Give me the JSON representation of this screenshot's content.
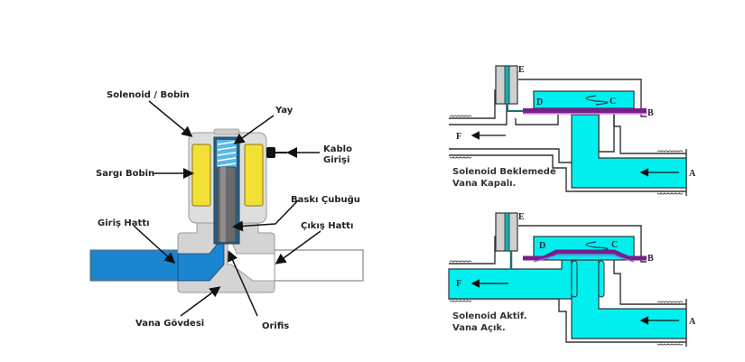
{
  "left_diagram": {
    "labels": {
      "solenoid": "Solenoid / Bobin",
      "spring": "Yay",
      "cable": "Kablo",
      "cable2": "Girişi",
      "coil": "Sargı Bobin",
      "plunger": "Baskı Çubuğu",
      "inlet": "Giriş Hattı",
      "outlet": "Çıkış Hattı",
      "body": "Vana Gövdesi",
      "orifice": "Orifis"
    },
    "colors": {
      "coil": "#f2e034",
      "inlet_fluid": "#1a86d2",
      "spring": "#5ab8e8",
      "body": "#d4d4d4"
    }
  },
  "right_top": {
    "labels": {
      "A": "A",
      "B": "B",
      "C": "C",
      "D": "D",
      "E": "E",
      "F": "F"
    },
    "caption1": "Solenoid Beklemede",
    "caption2": "Vana Kapalı.",
    "state": "closed"
  },
  "right_bottom": {
    "labels": {
      "A": "A",
      "B": "B",
      "C": "C",
      "D": "D",
      "E": "E",
      "F": "F"
    },
    "caption1": "Solenoid Aktif.",
    "caption2": "Vana Açık.",
    "state": "open"
  },
  "colors": {
    "fluid": "#00f0f0",
    "diaphragm": "#7a1e8a"
  }
}
